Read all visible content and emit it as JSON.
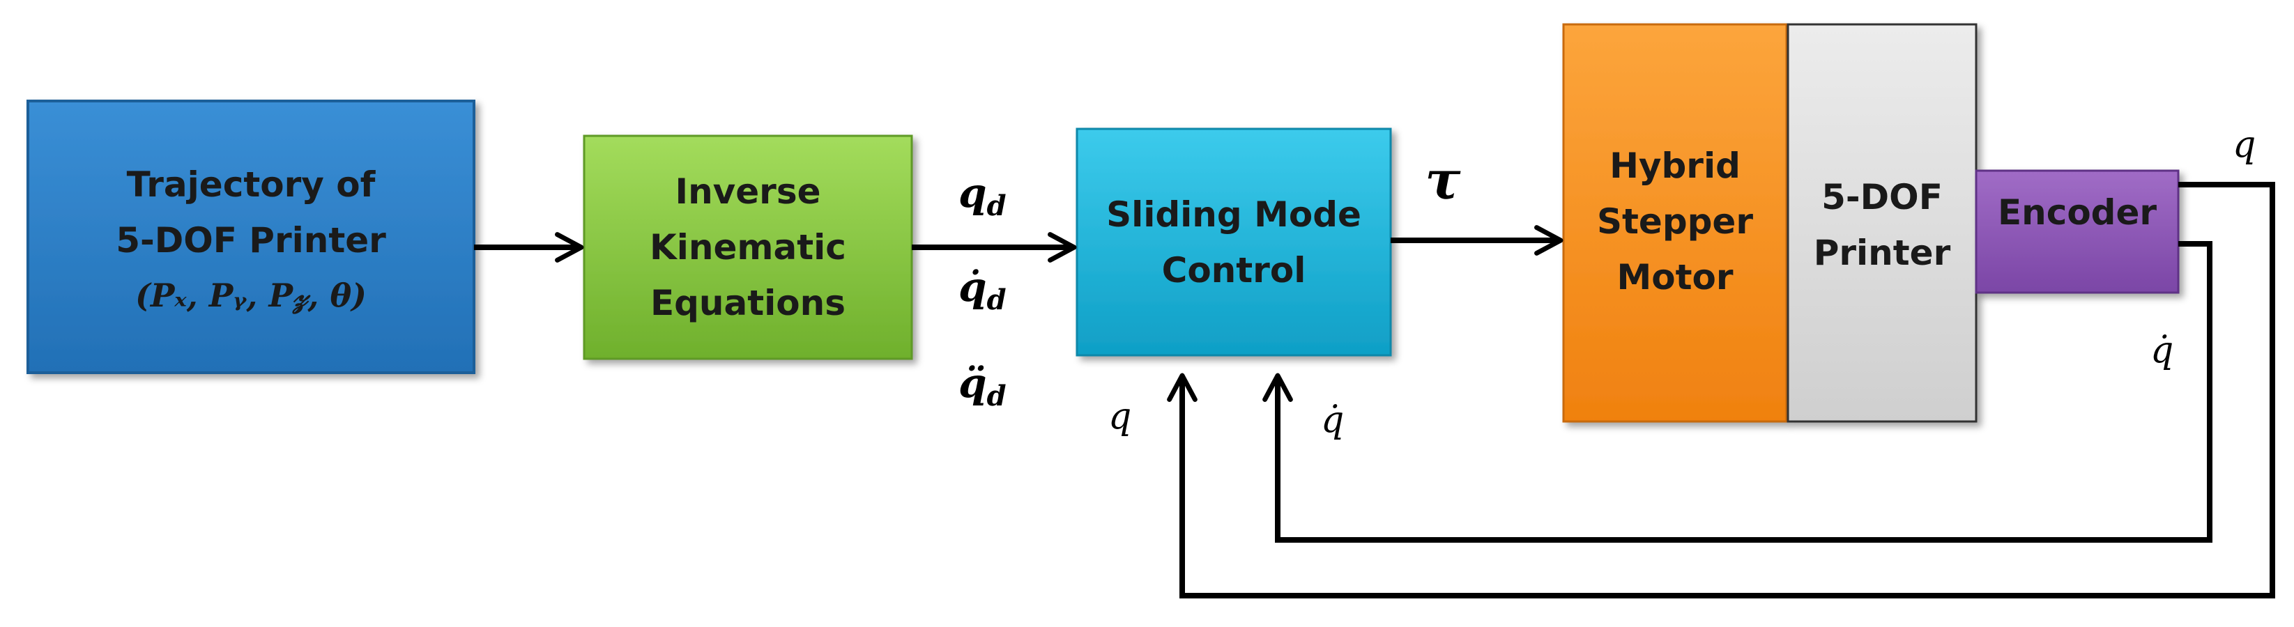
{
  "blocks": {
    "trajectory": {
      "line1": "Trajectory of",
      "line2": "5-DOF Printer",
      "formula": "(Pₓ, Pᵧ, P𝓏, θ)",
      "color": "#2b7cc4"
    },
    "inverse_kinematics": {
      "line1": "Inverse",
      "line2": "Kinematic",
      "line3": "Equations",
      "color": "#86c93f"
    },
    "sliding_mode": {
      "line1": "Sliding Mode",
      "line2": "Control",
      "color": "#19b5d9"
    },
    "motor": {
      "line1": "Hybrid",
      "line2": "Stepper",
      "line3": "Motor",
      "color": "#f9921e"
    },
    "printer": {
      "line1": "5-DOF",
      "line2": "Printer",
      "color": "#d6d6d6"
    },
    "encoder": {
      "label": "Encoder",
      "color": "#8c55b5"
    }
  },
  "signals": {
    "qd": "q",
    "qd_dot": "q̇",
    "qd_ddot": "q̈",
    "qd_sub": "d",
    "tau": "τ",
    "q_out": "q",
    "qdot_out": "q̇",
    "q_feedback": "q",
    "qdot_feedback": "q̇"
  }
}
